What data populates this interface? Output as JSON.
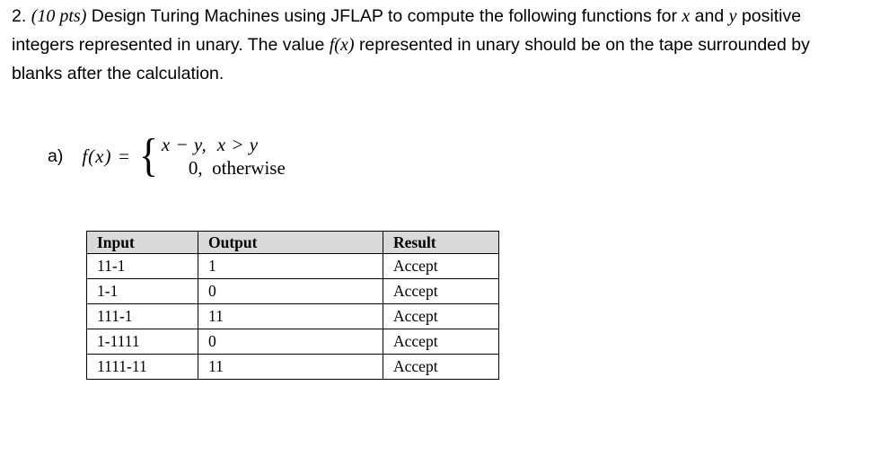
{
  "page": {
    "background": "#ffffff",
    "text_color": "#000000"
  },
  "problem": {
    "number": "2.",
    "points": "(10 pts)",
    "line1_main": "Design Turing Machines using JFLAP to compute the following functions for",
    "var_x": "x",
    "conj_and": "and",
    "var_y": "y",
    "line1_end": "positive",
    "line2_start": "integers represented in unary. The value",
    "fx": "f(x)",
    "line2_end": "represented in unary should be on the tape surrounded by",
    "line3": "blanks after the calculation."
  },
  "formula": {
    "label": "a)",
    "lhs": "f(x) =",
    "brace": "{",
    "case1": "x − y,  x > y",
    "case2": "0,  otherwise"
  },
  "table": {
    "header_bg": "#d9d9d9",
    "border_color": "#000000",
    "columns": [
      "Input",
      "Output",
      "Result"
    ],
    "rows": [
      [
        "11-1",
        "1",
        "Accept"
      ],
      [
        "1-1",
        "0",
        "Accept"
      ],
      [
        "111-1",
        "11",
        "Accept"
      ],
      [
        "1-1111",
        "0",
        "Accept"
      ],
      [
        "1111-11",
        "11",
        "Accept"
      ]
    ]
  }
}
